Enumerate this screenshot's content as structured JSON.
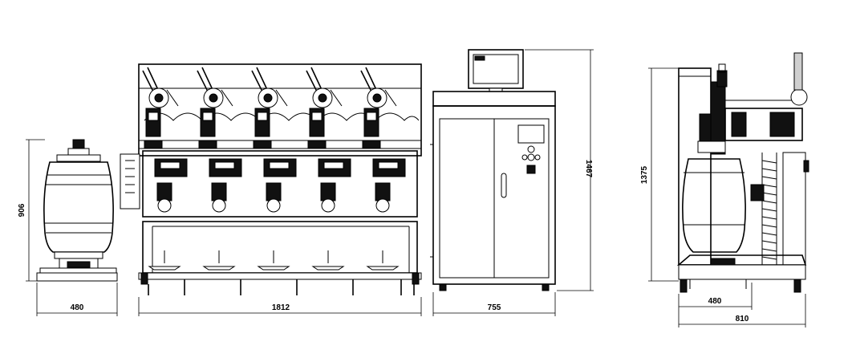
{
  "dimensions": {
    "tank_height": "906",
    "tank_width": "480",
    "machine_width": "1812",
    "cabinet_width": "755",
    "cabinet_height": "1467",
    "side_height": "1375",
    "side_tank_width": "480",
    "side_total_width": "810"
  }
}
